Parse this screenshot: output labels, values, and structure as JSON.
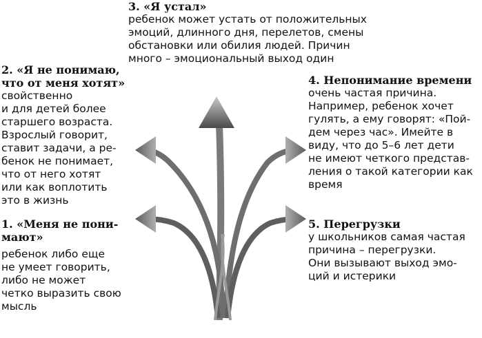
{
  "items": [
    {
      "id": "b3",
      "title_lines": [
        "3. «Я устал»"
      ],
      "body_lines": [
        "ребенок может устать от положительных",
        "эмоций, длинного дня, перелетов, смены",
        "обстановки или обилия людей. Причин",
        "много – эмоциональный выход один"
      ]
    },
    {
      "id": "b2",
      "title_lines": [
        "2. «Я не понимаю,",
        "что от меня хотят»"
      ],
      "body_lines": [
        "свойственно",
        "и для детей более",
        "старшего возраста.",
        "Взрослый говорит,",
        "ставит задачи, а ре-",
        "бенок не понимает,",
        "что от него хотят",
        "или как воплотить",
        "это в жизнь"
      ]
    },
    {
      "id": "b4",
      "title_lines": [
        "4. Непонимание времени"
      ],
      "body_lines": [
        "очень частая причина.",
        "Например, ребенок хочет",
        "гулять, а ему говорят: «Пой-",
        "дем через час». Имейте в",
        "виду, что до 5–6 лет дети",
        "не имеют четкого представ-",
        "ления о такой категории как",
        "время"
      ]
    },
    {
      "id": "b1",
      "title_lines": [
        "1. «Меня не пони-",
        "мают»"
      ],
      "body_lines": [
        "ребенок либо еще",
        "не умеет говорить,",
        "либо не может",
        "четко выразить свою",
        "мысль"
      ]
    },
    {
      "id": "b5",
      "title_lines": [
        "5. Перегрузки"
      ],
      "body_lines": [
        "у школьников самая частая",
        "причина – перегрузки.",
        "Они вызывают выход эмо-",
        "ций и истерики"
      ]
    }
  ]
}
